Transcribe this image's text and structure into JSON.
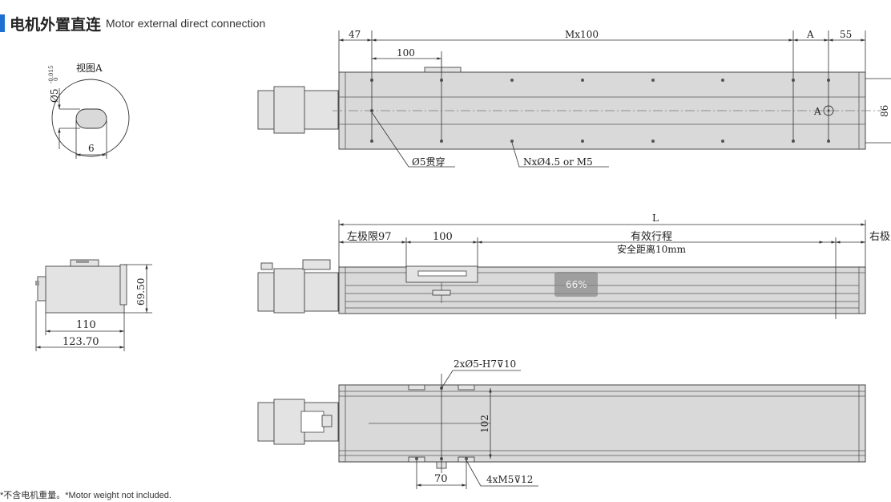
{
  "header": {
    "title_cn": "电机外置直连",
    "title_en": "Motor external direct connection"
  },
  "view_a": {
    "label": "视图A",
    "shaft_dim": "Ø5",
    "tolerance_upper": "-0.015",
    "tolerance_lower": "0",
    "flat_dim": "6"
  },
  "top_view": {
    "dim_left": "47",
    "dim_pitch": "Mx100",
    "dim_a": "A",
    "dim_right": "55",
    "dim_first": "100",
    "dim_height": "86",
    "datum_label": "A",
    "note_through": "Ø5贯穿",
    "note_holes": "NxØ4.5 or M5"
  },
  "side_view": {
    "dim_total": "L",
    "left_limit": "左极限97",
    "dim_carriage": "100",
    "stroke_label": "有效行程",
    "safety_label": "安全距离10mm",
    "right_limit": "右极",
    "badge": "66%"
  },
  "end_view": {
    "dim_height": "69.50",
    "dim_width_inner": "110",
    "dim_width_outer": "123.70"
  },
  "bottom_view": {
    "note_pin_holes": "2xØ5-H7⊽10",
    "dim_width": "102",
    "dim_spacing": "70",
    "note_tapped": "4xM5⊽12"
  },
  "footnote": "*不含电机重量。*Motor weight not included."
}
